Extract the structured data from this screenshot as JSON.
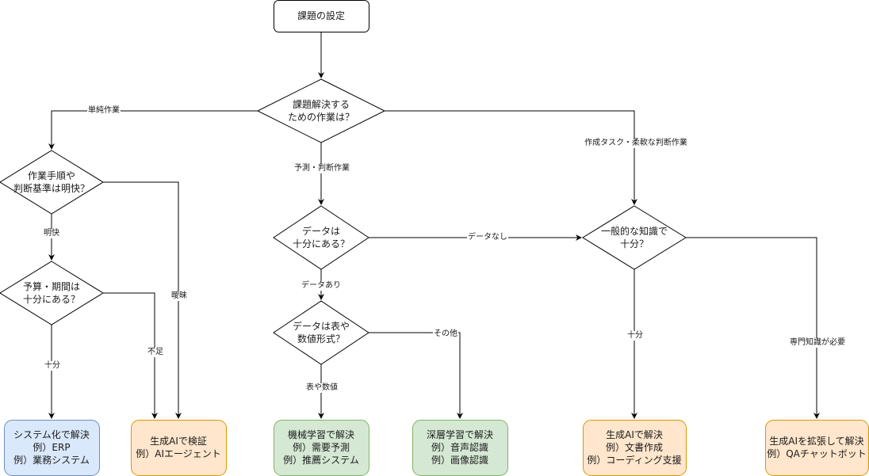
{
  "colors": {
    "line": "#000000",
    "background": "#ffffff",
    "blue_fill": "#dae8fc",
    "blue_stroke": "#6c8ebf",
    "orange_fill": "#ffe6cc",
    "orange_stroke": "#d79b00",
    "green_fill": "#d5e8d4",
    "green_stroke": "#82b366"
  },
  "nodes": {
    "start": "課題の設定",
    "q_task_type": "課題解決する\nための作業は？",
    "q_procedure_clear": "作業手順や\n判断基準は明快？",
    "q_budget_enough": "予算・期間は\n十分にある？",
    "q_data_enough": "データは\n十分にある？",
    "q_data_format": "データは表や\n数値形式？",
    "q_general_knowledge": "一般的な知識で\n十分？",
    "r_system": "システム化で解決\n例）ERP\n例）業務システム",
    "r_genai_verify": "生成AIで検証\n例）AIエージェント",
    "r_ml": "機械学習で解決\n例）需要予測\n例）推薦システム",
    "r_dl": "深層学習で解決\n例）音声認識\n例）画像認識",
    "r_genai_solve": "生成AIで解決\n例）文書作成\n例）コーディング支援",
    "r_genai_extend": "生成AIを拡張して解決\n例）QAチャットボット"
  },
  "edge_labels": {
    "simple_task": "単純作業",
    "predict_judge": "予測・判断作業",
    "creative_task": "作成タスク・柔軟な判断作業",
    "clear": "明快",
    "ambiguous": "曖昧",
    "enough": "十分",
    "insufficient": "不足",
    "data_yes": "データあり",
    "data_no": "データなし",
    "table_numeric": "表や数値",
    "other": "その他",
    "knowledge_enough": "十分",
    "expertise_needed": "専門知識が必要"
  }
}
